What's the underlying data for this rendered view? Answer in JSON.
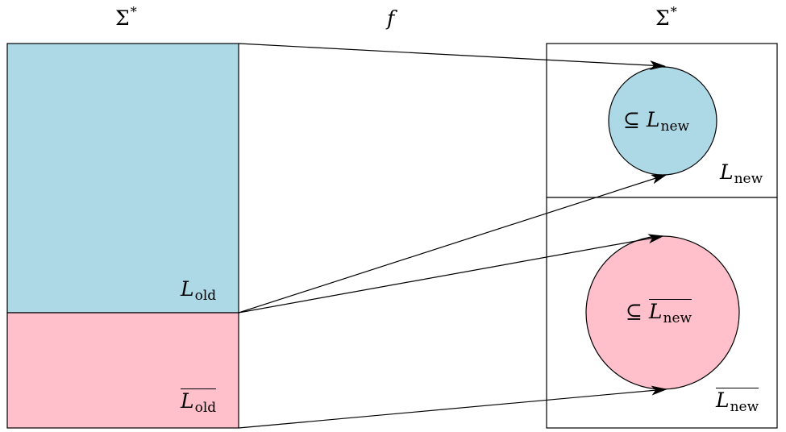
{
  "labels": {
    "sigma_left": "Σ",
    "sigma_left_sup": "*",
    "f": "f",
    "sigma_right": "Σ",
    "sigma_right_sup": "*",
    "l_old_main": "L",
    "l_old_sub": "old",
    "l_old_bar_main": "L",
    "l_old_bar_sub": "old",
    "l_new_main": "L",
    "l_new_sub": "new",
    "l_new_bar_main": "L",
    "l_new_bar_sub": "new",
    "circle_top_subseteq": "⊆",
    "circle_top_main": "L",
    "circle_top_sub": "new",
    "circle_bottom_subseteq": "⊆",
    "circle_bottom_main": "L",
    "circle_bottom_sub": "new"
  },
  "colors": {
    "blue": "#add8e6",
    "pink": "#ffc0cb",
    "stroke": "#000000"
  }
}
